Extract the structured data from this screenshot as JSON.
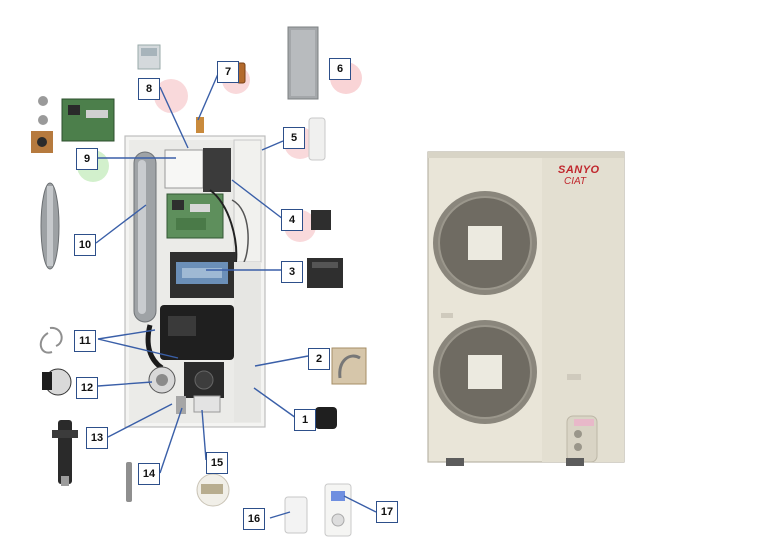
{
  "callouts": [
    {
      "id": "1",
      "label": "1"
    },
    {
      "id": "2",
      "label": "2"
    },
    {
      "id": "3",
      "label": "3"
    },
    {
      "id": "4",
      "label": "4"
    },
    {
      "id": "5",
      "label": "5"
    },
    {
      "id": "6",
      "label": "6"
    },
    {
      "id": "7",
      "label": "7"
    },
    {
      "id": "8",
      "label": "8"
    },
    {
      "id": "9",
      "label": "9"
    },
    {
      "id": "10",
      "label": "10"
    },
    {
      "id": "11",
      "label": "11"
    },
    {
      "id": "12",
      "label": "12"
    },
    {
      "id": "13",
      "label": "13"
    },
    {
      "id": "14",
      "label": "14"
    },
    {
      "id": "15",
      "label": "15"
    },
    {
      "id": "16",
      "label": "16"
    },
    {
      "id": "17",
      "label": "17"
    }
  ],
  "outdoor_unit": {
    "brand": "SANYO",
    "sub_brand": "CIAT"
  },
  "colors": {
    "callout_border": "#2d4f8a",
    "leader_line": "#3a5fa8",
    "cabinet_body": "#e9e5d8",
    "fan_grille": "#8a867c",
    "brand_red": "#c0272d",
    "highlight_pink": "#f7c9cc",
    "highlight_green": "#cdeec6"
  }
}
